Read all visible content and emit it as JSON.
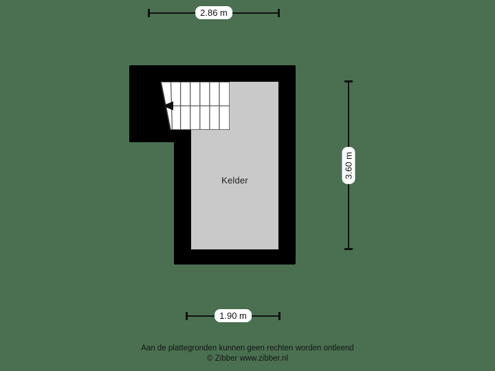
{
  "page": {
    "background_color": "#4a7051",
    "wall_color": "#000000",
    "floor_color": "#c9c9c9",
    "stair_fill_color": "#ffffff",
    "dimension_color": "#111111"
  },
  "floorplan": {
    "room_label": "Kelder",
    "stairs": {
      "name": "staircase",
      "direction_arrow": "arrow-left",
      "step_count": 7,
      "rows": 2
    }
  },
  "dimensions": {
    "top": {
      "value": "2.86 m",
      "orientation": "horizontal"
    },
    "right": {
      "value": "3.60 m",
      "orientation": "vertical"
    },
    "bottom": {
      "value": "1.90 m",
      "orientation": "horizontal"
    }
  },
  "footer": {
    "line1": "Aan de plattegronden kunnen geen rechten worden ontleend",
    "line2": "© Zibber www.zibber.nl"
  }
}
